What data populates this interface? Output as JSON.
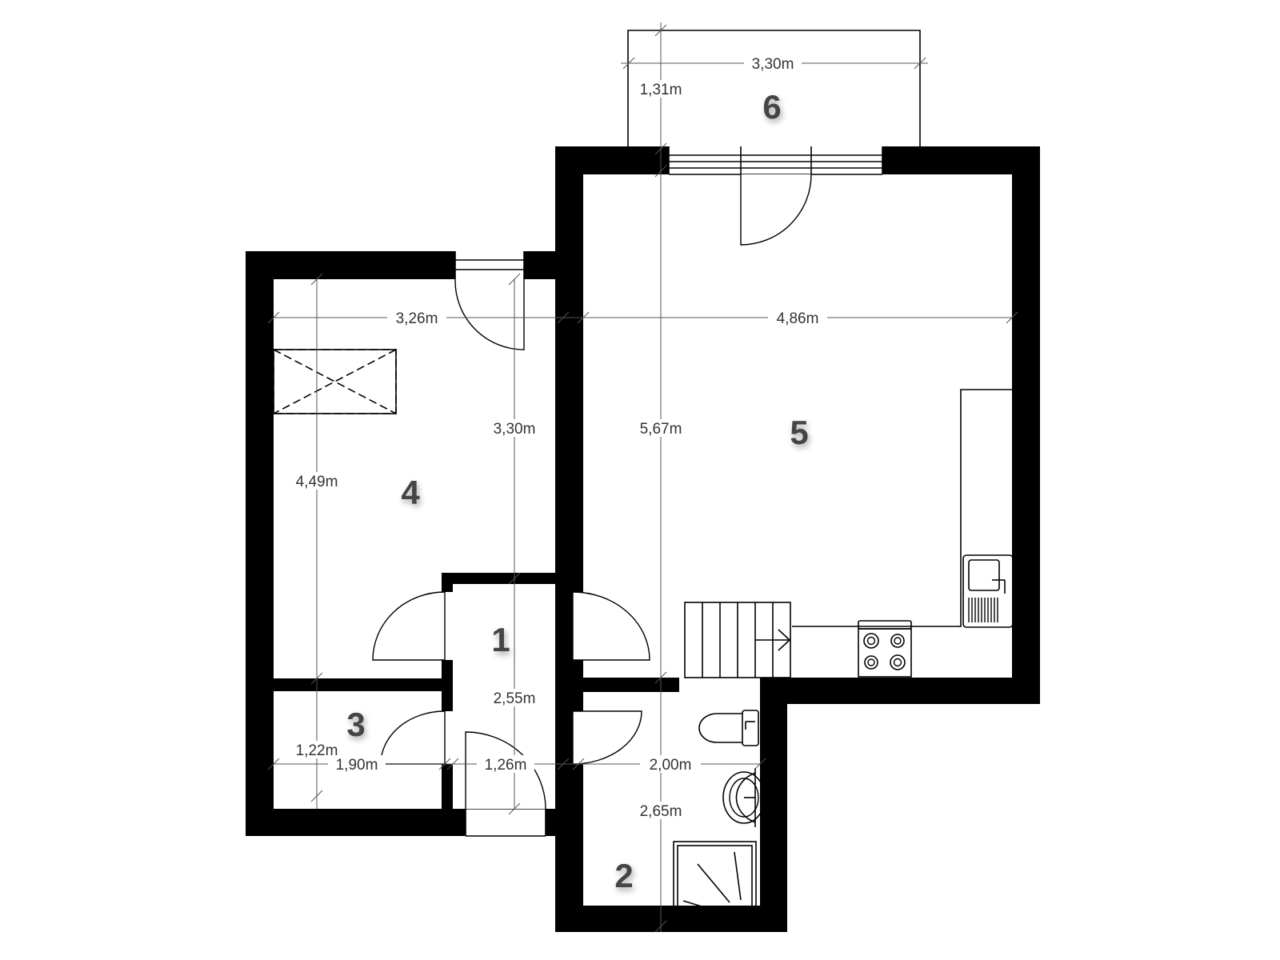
{
  "rooms": {
    "r1": "1",
    "r2": "2",
    "r3": "3",
    "r4": "4",
    "r5": "5",
    "r6": "6"
  },
  "dimensions": {
    "balcony_width": "3,30m",
    "balcony_depth": "1,31m",
    "room4_width": "3,26m",
    "room5_width": "4,86m",
    "room4_length": "4,49m",
    "wardrobe_length": "3,30m",
    "room5_length": "5,67m",
    "hall_length": "2,55m",
    "storage_depth": "1,22m",
    "storage_width": "1,90m",
    "hall_width": "1,26m",
    "bath_width": "2,00m",
    "bath_length": "2,65m"
  },
  "colors": {
    "wall": "#000000",
    "label": "#444444",
    "dimension": "#333333"
  }
}
